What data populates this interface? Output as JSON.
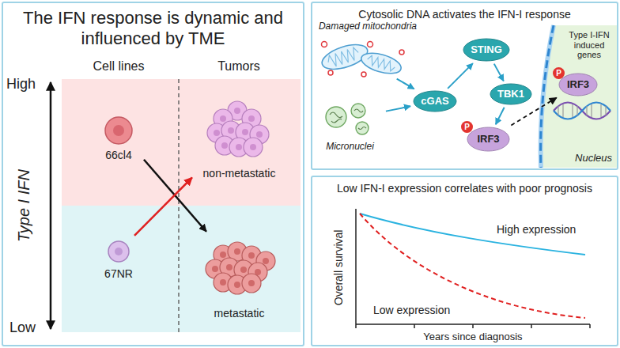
{
  "diagram": {
    "nodes": [
      {
        "text": [
          "The IFN response is dynamic and influenced by TME"
        ]
      },
      {
        "text": [
          "66cl4"
        ],
        "in": 0
      },
      {
        "text": [
          "non-metastatic"
        ],
        "in": 0
      },
      {
        "text": [
          "67NR"
        ],
        "in": 0
      },
      {
        "text": [
          "metastatic"
        ],
        "in": 0
      },
      {
        "text": [
          "Cytosolic DNA activates the IFN-I response"
        ]
      },
      {
        "text": [
          "Damaged mitochondria"
        ],
        "in": 5
      },
      {
        "text": [
          "Micronuclei"
        ],
        "in": 5
      },
      {
        "text": [
          "cGAS"
        ],
        "in": 5
      },
      {
        "text": [
          "STING"
        ],
        "in": 5
      },
      {
        "text": [
          "TBK1"
        ],
        "in": 5
      },
      {
        "text": [
          "P",
          "IRF3"
        ],
        "in": 5
      },
      {
        "text": [
          "Nucleus"
        ],
        "in": 5
      },
      {
        "text": [
          "P",
          "IRF3"
        ],
        "in": 12
      },
      {
        "text": [
          "Low IFN-I expression correlates with poor prognosis"
        ]
      }
    ],
    "edges": [
      {
        "from": 1,
        "to": 4,
        "arrow": "to"
      },
      {
        "from": 3,
        "to": 2,
        "arrow": "to"
      },
      {
        "from": 6,
        "to": 8,
        "arrow": "to"
      },
      {
        "from": 7,
        "to": 8,
        "arrow": "to"
      },
      {
        "from": 8,
        "to": 9,
        "arrow": "to"
      },
      {
        "from": 9,
        "to": 10,
        "arrow": "to"
      },
      {
        "from": 10,
        "to": 11,
        "arrow": "to"
      },
      {
        "from": 11,
        "to": 13,
        "arrow": "to"
      }
    ],
    "labels": [
      "Type I IFN",
      "High",
      "Low",
      "Cell lines",
      "Tumors",
      "Type I-IFN induced genes",
      "Overall survival",
      "Years since diagnosis",
      "High expression",
      "Low expression"
    ]
  }
}
